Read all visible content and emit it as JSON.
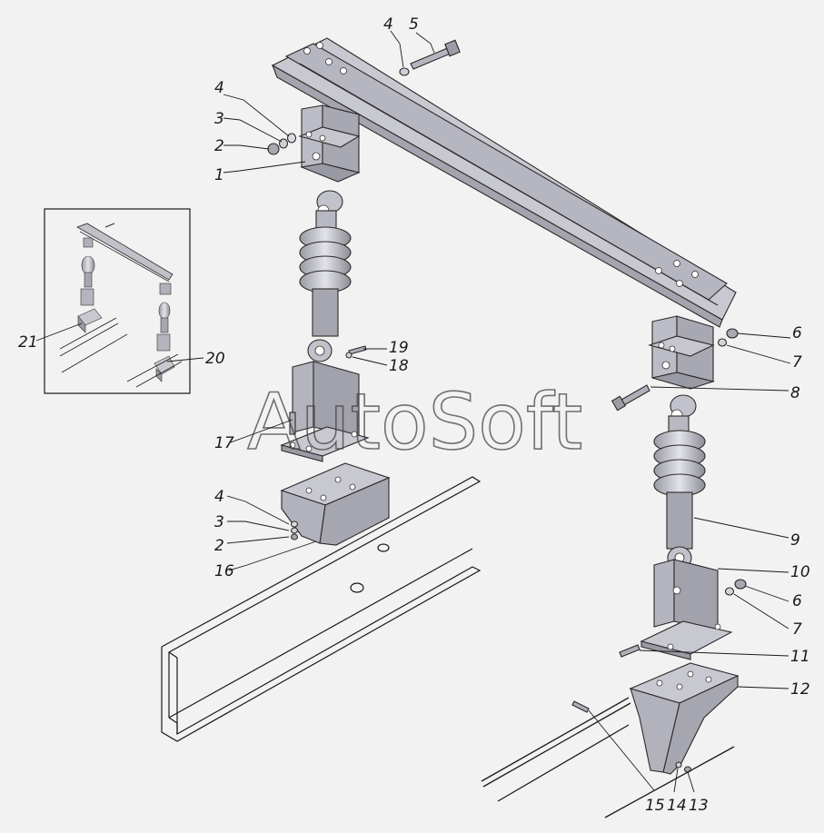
{
  "watermark": "AutoSoft",
  "colors": {
    "background": "#f2f2f2",
    "metal_light": "#cfcfd6",
    "metal_mid": "#a9a9b3",
    "metal_dark": "#7e7e88",
    "ink": "#1a1a1a"
  },
  "callouts": [
    {
      "id": "c4a",
      "text": "4"
    },
    {
      "id": "c5",
      "text": "5"
    },
    {
      "id": "c4b",
      "text": "4"
    },
    {
      "id": "c3a",
      "text": "3"
    },
    {
      "id": "c2a",
      "text": "2"
    },
    {
      "id": "c1",
      "text": "1"
    },
    {
      "id": "c6a",
      "text": "6"
    },
    {
      "id": "c7a",
      "text": "7"
    },
    {
      "id": "c8",
      "text": "8"
    },
    {
      "id": "c19",
      "text": "19"
    },
    {
      "id": "c18",
      "text": "18"
    },
    {
      "id": "c17",
      "text": "17"
    },
    {
      "id": "c21",
      "text": "21"
    },
    {
      "id": "c20",
      "text": "20"
    },
    {
      "id": "c4c",
      "text": "4"
    },
    {
      "id": "c3b",
      "text": "3"
    },
    {
      "id": "c2b",
      "text": "2"
    },
    {
      "id": "c16",
      "text": "16"
    },
    {
      "id": "c9",
      "text": "9"
    },
    {
      "id": "c10",
      "text": "10"
    },
    {
      "id": "c6b",
      "text": "6"
    },
    {
      "id": "c7b",
      "text": "7"
    },
    {
      "id": "c11",
      "text": "11"
    },
    {
      "id": "c12",
      "text": "12"
    },
    {
      "id": "c15",
      "text": "15"
    },
    {
      "id": "c14",
      "text": "14"
    },
    {
      "id": "c13",
      "text": "13"
    }
  ]
}
